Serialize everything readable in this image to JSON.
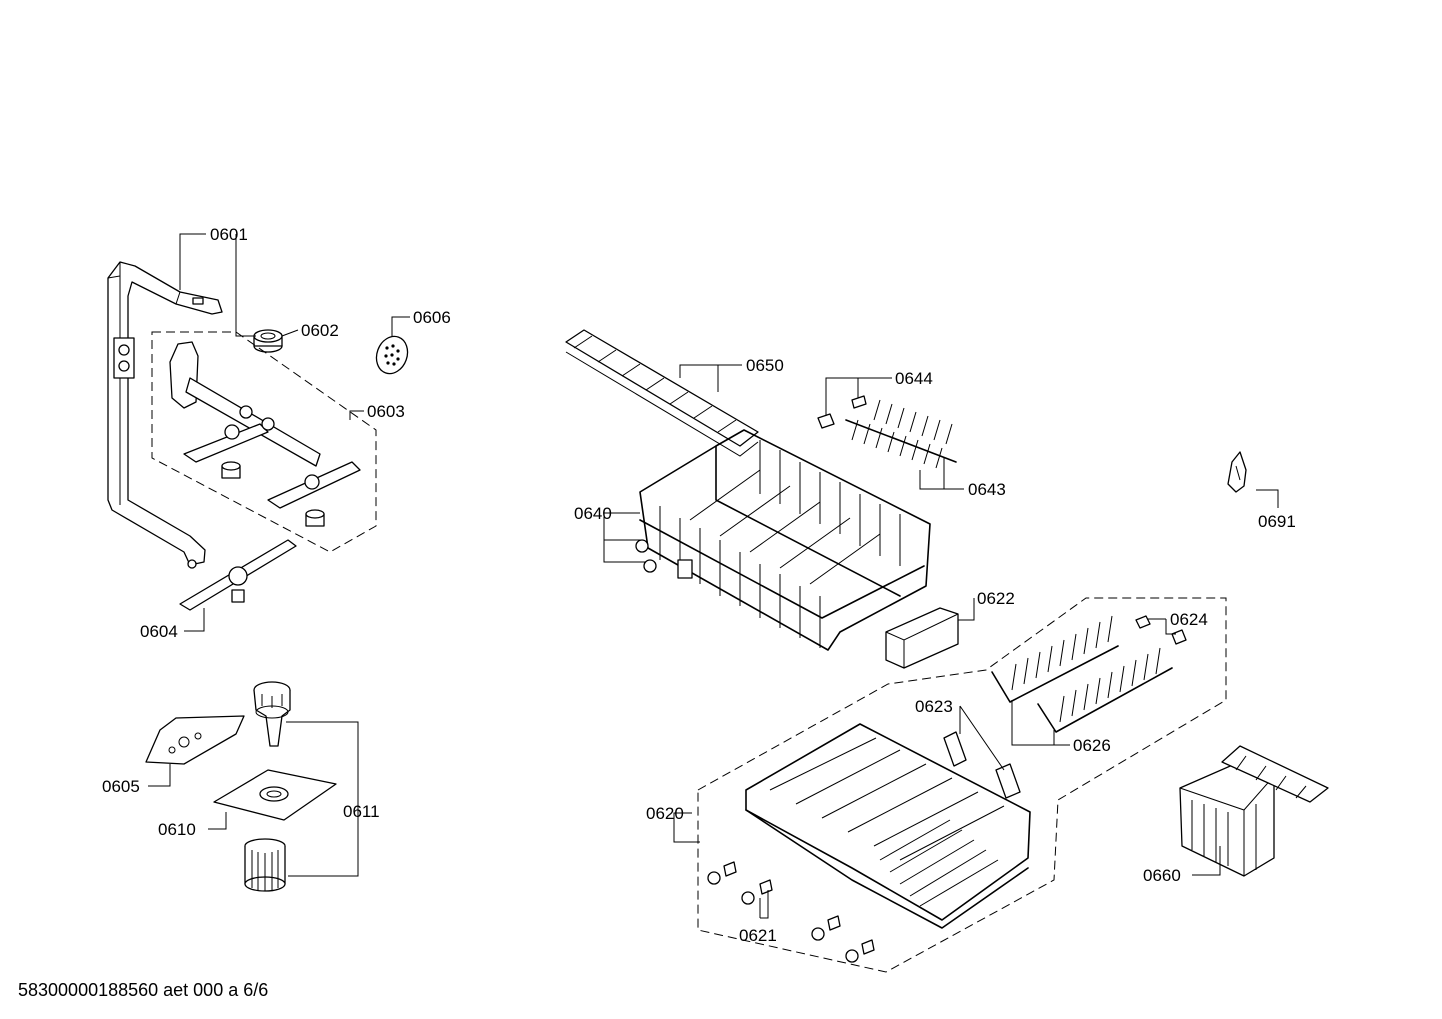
{
  "labels": {
    "p0601": "0601",
    "p0602": "0602",
    "p0603": "0603",
    "p0604": "0604",
    "p0605": "0605",
    "p0606": "0606",
    "p0610": "0610",
    "p0611": "0611",
    "p0620": "0620",
    "p0621": "0621",
    "p0622": "0622",
    "p0623": "0623",
    "p0624": "0624",
    "p0626": "0626",
    "p0640": "0640",
    "p0643": "0643",
    "p0644": "0644",
    "p0650": "0650",
    "p0660": "0660",
    "p0691": "0691"
  },
  "footer": {
    "drawing_id": "58300000188560 aet 000 a 6/6"
  }
}
